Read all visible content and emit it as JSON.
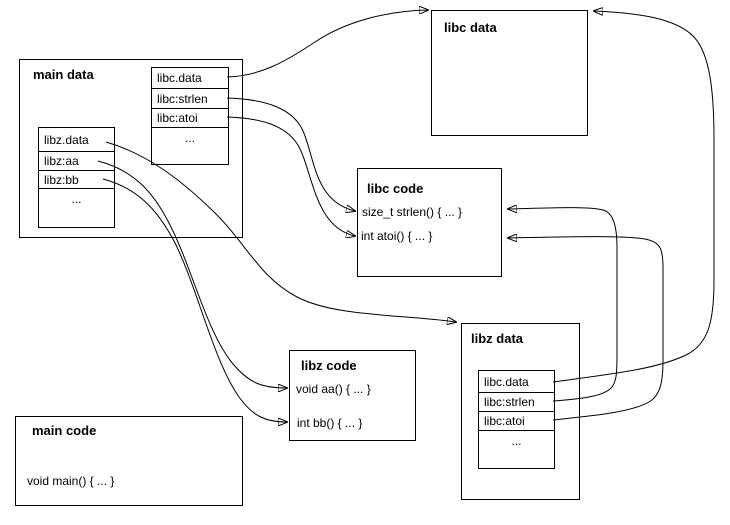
{
  "boxes": {
    "main_data": {
      "title": "main data",
      "libc_got": [
        "libc.data",
        "libc:strlen",
        "libc:atoi",
        "..."
      ],
      "libz_got": [
        "libz.data",
        "libz:aa",
        "libz:bb",
        "..."
      ]
    },
    "libc_data": {
      "title": "libc data"
    },
    "libc_code": {
      "title": "libc code",
      "line1": "size_t strlen() { ... }",
      "line2": "int atoi() { ... }"
    },
    "libz_code": {
      "title": "libz code",
      "line1": "void aa() { ... }",
      "line2": "int bb() { ... }"
    },
    "libz_data": {
      "title": "libz data",
      "libc_got": [
        "libc.data",
        "libc:strlen",
        "libc:atoi",
        "..."
      ]
    },
    "main_code": {
      "title": "main code",
      "line1": "void main() { ... }"
    }
  },
  "connections": [
    {
      "from": "main data / libc.data",
      "to": "libc data"
    },
    {
      "from": "main data / libc:strlen",
      "to": "libc code / size_t strlen()"
    },
    {
      "from": "main data / libc:atoi",
      "to": "libc code / int atoi()"
    },
    {
      "from": "main data / libz.data",
      "to": "libz data"
    },
    {
      "from": "main data / libz:aa",
      "to": "libz code / void aa()"
    },
    {
      "from": "main data / libz:bb",
      "to": "libz code / int bb()"
    },
    {
      "from": "libz data / libc.data",
      "to": "libc data"
    },
    {
      "from": "libz data / libc:strlen",
      "to": "libc code / size_t strlen()"
    },
    {
      "from": "libz data / libc:atoi",
      "to": "libc code / int atoi()"
    }
  ],
  "colors": {
    "line": "#000000",
    "background": "#ffffff"
  }
}
